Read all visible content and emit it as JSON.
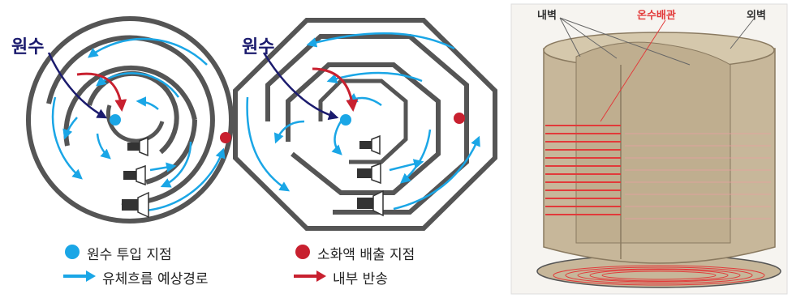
{
  "colors": {
    "blue": "#1aa6e6",
    "red": "#c8202f",
    "wall": "#555555",
    "navy": "#1b1b6e",
    "tank": "#c7b79a",
    "heat_pipe": "#e23a3a"
  },
  "left_diagram": {
    "inlet_label": "원수"
  },
  "middle_diagram": {
    "inlet_label": "원수"
  },
  "legend": {
    "inlet_point": "원수 투입 지점",
    "outlet_point": "소화액 배출 지점",
    "flow_path": "유체흐름 예상경로",
    "internal_return": "내부 반송"
  },
  "photo": {
    "inner_wall": "내벽",
    "heating_pipe": "온수배관",
    "outer_wall": "외벽"
  }
}
